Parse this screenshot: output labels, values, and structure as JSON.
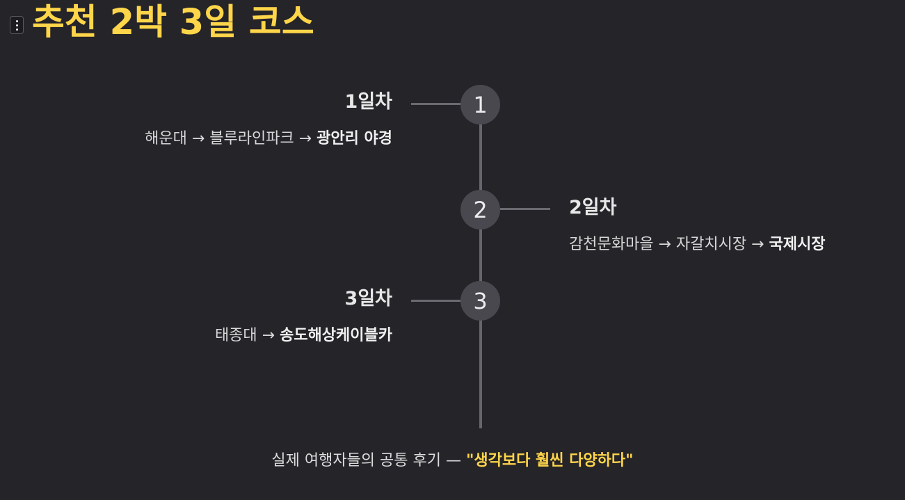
{
  "title": "추천 2박 3일 코스",
  "menu_icon": "vertical-dots-icon",
  "colors": {
    "accent": "#ffd54a",
    "background": "#252429",
    "node": "#49484f",
    "line": "#66666c"
  },
  "days": [
    {
      "number": "1",
      "label": "1일차",
      "route_plain": "해운대 → 블루라인파크 → ",
      "route_bold": "광안리 야경"
    },
    {
      "number": "2",
      "label": "2일차",
      "route_plain": "감천문화마을 → 자갈치시장 → ",
      "route_bold": "국제시장"
    },
    {
      "number": "3",
      "label": "3일차",
      "route_plain": "태종대 → ",
      "route_bold": "송도해상케이블카"
    }
  ],
  "footer": {
    "text": "실제 여행자들의 공통 후기 — ",
    "quote": "\"생각보다 훨씬 다양하다\""
  }
}
